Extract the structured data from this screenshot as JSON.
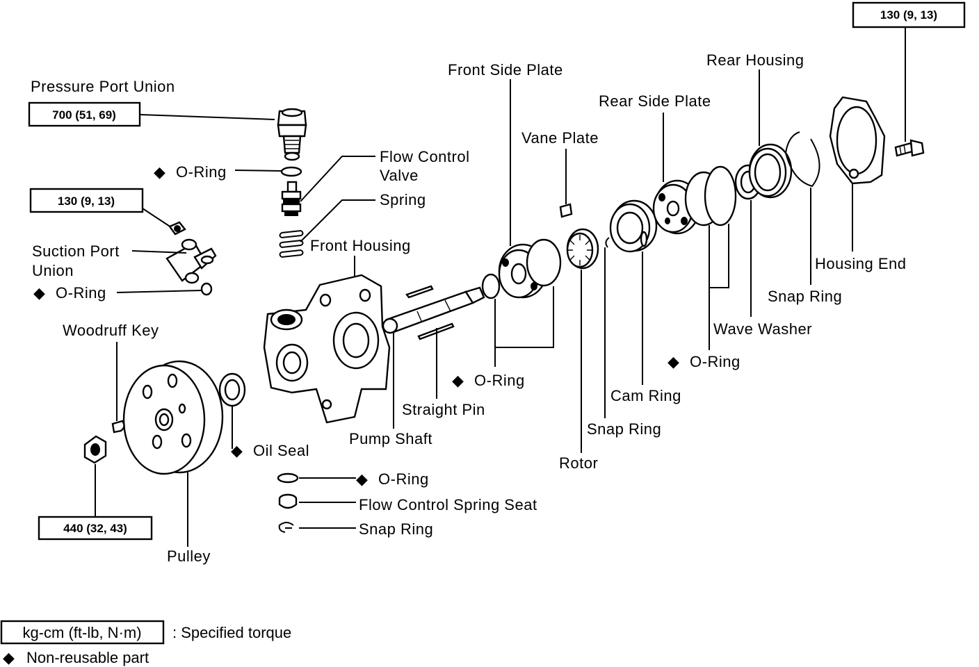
{
  "labels": {
    "pressure_port_union": "Pressure Port Union",
    "o_ring_pressure": "O-Ring",
    "flow_control_valve_line1": "Flow Control",
    "flow_control_valve_line2": "Valve",
    "spring": "Spring",
    "suction_port_union_line1": "Suction Port",
    "suction_port_union_line2": "Union",
    "o_ring_suction": "O-Ring",
    "front_housing": "Front Housing",
    "woodruff_key": "Woodruff Key",
    "oil_seal": "Oil Seal",
    "pulley": "Pulley",
    "o_ring_bottom": "O-Ring",
    "flow_control_spring_seat": "Flow Control Spring Seat",
    "snap_ring_bottom": "Snap Ring",
    "pump_shaft": "Pump Shaft",
    "straight_pin": "Straight Pin",
    "o_ring_front_side": "O-Ring",
    "front_side_plate": "Front Side Plate",
    "vane_plate": "Vane Plate",
    "rotor": "Rotor",
    "snap_ring_rotor": "Snap Ring",
    "cam_ring": "Cam Ring",
    "rear_side_plate": "Rear Side Plate",
    "o_ring_rear": "O-Ring",
    "wave_washer": "Wave Washer",
    "rear_housing": "Rear Housing",
    "snap_ring_rear": "Snap Ring",
    "housing_end": "Housing End"
  },
  "torques": {
    "pressure_port_union": "700 (51, 69)",
    "suction_port_union": "130 (9, 13)",
    "pulley_nut": "440 (32, 43)",
    "rear_bolt": "130 (9, 13)"
  },
  "legend": {
    "torque_key": "kg-cm (ft-lb, N·m)",
    "torque_desc": ": Specified torque",
    "nonreusable_desc": "Non-reusable part"
  },
  "markers": {
    "diamond": "◆"
  }
}
